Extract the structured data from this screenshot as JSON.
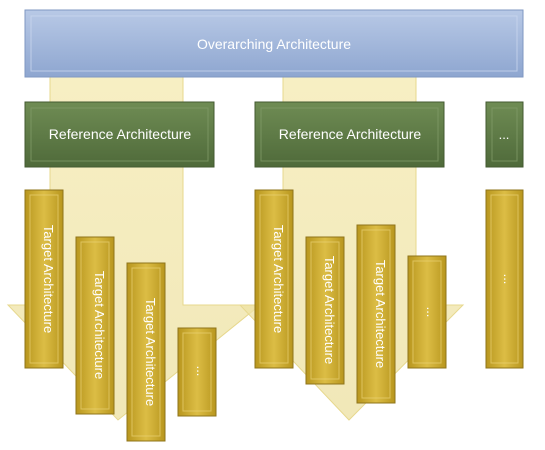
{
  "overarching": {
    "label": "Overarching Architecture",
    "color": "#9fb4d8"
  },
  "reference": {
    "labels": [
      "Reference Architecture",
      "Reference Architecture",
      "..."
    ],
    "color": "#5d7a45"
  },
  "targets": {
    "group1": [
      "Target Architecture",
      "Target Architecture",
      "Target Architecture",
      "..."
    ],
    "group2": [
      "Target Architecture",
      "Target Architecture",
      "Target Architecture",
      "..."
    ],
    "group3": [
      "..."
    ],
    "color": "#c9a92e"
  },
  "arrow_color": "#f3e6a4"
}
